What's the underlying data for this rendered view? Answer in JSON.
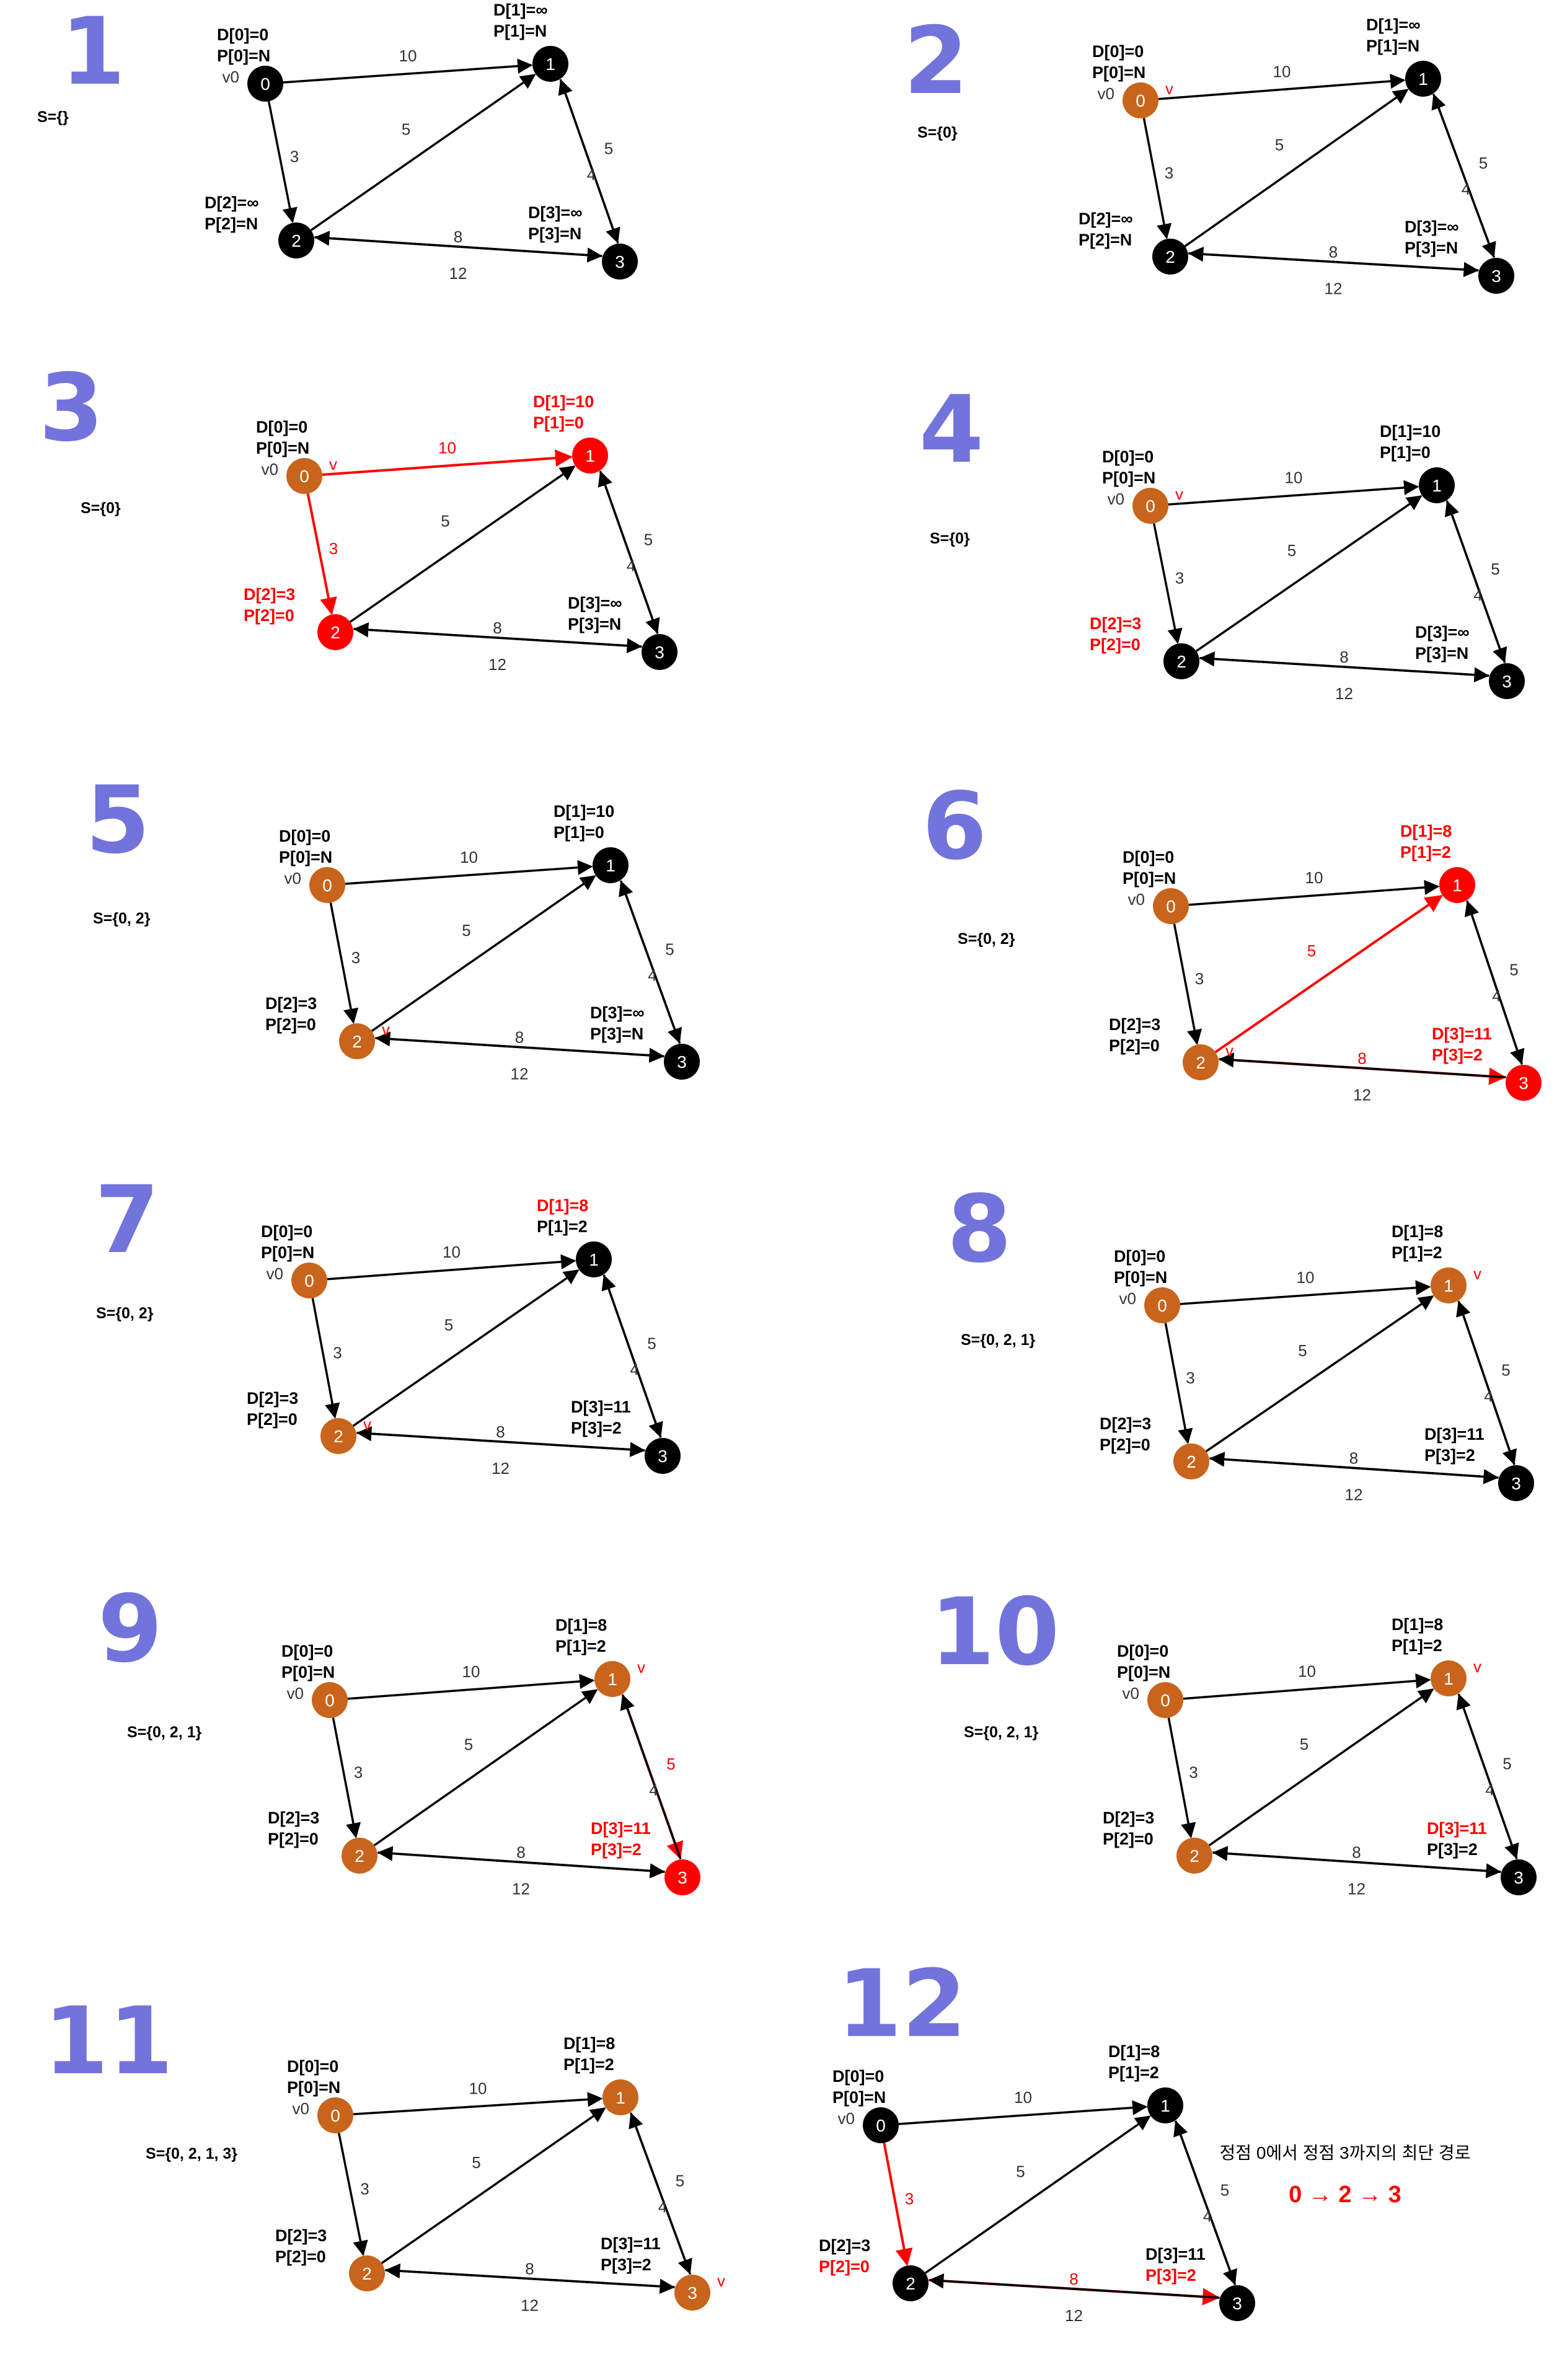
{
  "colors": {
    "black": "#000000",
    "red": "#ff0000",
    "visited": "#c8641b",
    "handwritten": "#5a5ad6",
    "default_edge": "#000000",
    "highlight_edge": "#ff0000"
  },
  "graph": {
    "source_label": "v0",
    "visit_mark": "v",
    "edges": [
      {
        "from": "0",
        "to": "1",
        "weight": "10"
      },
      {
        "from": "0",
        "to": "2",
        "weight": "3"
      },
      {
        "from": "2",
        "to": "1",
        "weight": "5"
      },
      {
        "from": "1",
        "to": "3",
        "weight": "5"
      },
      {
        "from": "3",
        "to": "1",
        "weight": "4"
      },
      {
        "from": "2",
        "to": "3",
        "weight": "8"
      },
      {
        "from": "3",
        "to": "2",
        "weight": "12"
      }
    ]
  },
  "steps": [
    {
      "number": "1",
      "set": "S={}",
      "labels": {
        "0": [
          "D[0]=0",
          "P[0]=N"
        ],
        "1": [
          "D[1]=∞",
          "P[1]=N"
        ],
        "2": [
          "D[2]=∞",
          "P[2]=N"
        ],
        "3": [
          "D[3]=∞",
          "P[3]=N"
        ]
      },
      "red_labels": [],
      "node_colors": {
        "0": "black",
        "1": "black",
        "2": "black",
        "3": "black"
      },
      "red_edges": [],
      "v_at": null
    },
    {
      "number": "2",
      "set": "S={0}",
      "labels": {
        "0": [
          "D[0]=0",
          "P[0]=N"
        ],
        "1": [
          "D[1]=∞",
          "P[1]=N"
        ],
        "2": [
          "D[2]=∞",
          "P[2]=N"
        ],
        "3": [
          "D[3]=∞",
          "P[3]=N"
        ]
      },
      "red_labels": [],
      "node_colors": {
        "0": "visited",
        "1": "black",
        "2": "black",
        "3": "black"
      },
      "red_edges": [],
      "v_at": "0"
    },
    {
      "number": "3",
      "set": "S={0}",
      "labels": {
        "0": [
          "D[0]=0",
          "P[0]=N"
        ],
        "1": [
          "D[1]=10",
          "P[1]=0"
        ],
        "2": [
          "D[2]=3",
          "P[2]=0"
        ],
        "3": [
          "D[3]=∞",
          "P[3]=N"
        ]
      },
      "red_labels": [
        "1",
        "2"
      ],
      "node_colors": {
        "0": "visited",
        "1": "red",
        "2": "red",
        "3": "black"
      },
      "red_edges": [
        "0-1",
        "0-2"
      ],
      "v_at": "0"
    },
    {
      "number": "4",
      "set": "S={0}",
      "labels": {
        "0": [
          "D[0]=0",
          "P[0]=N"
        ],
        "1": [
          "D[1]=10",
          "P[1]=0"
        ],
        "2": [
          "D[2]=3",
          "P[2]=0"
        ],
        "3": [
          "D[3]=∞",
          "P[3]=N"
        ]
      },
      "red_labels": [
        "2a"
      ],
      "node_colors": {
        "0": "visited",
        "1": "black",
        "2": "black",
        "3": "black"
      },
      "red_edges": [],
      "v_at": "0"
    },
    {
      "number": "5",
      "set": "S={0, 2}",
      "labels": {
        "0": [
          "D[0]=0",
          "P[0]=N"
        ],
        "1": [
          "D[1]=10",
          "P[1]=0"
        ],
        "2": [
          "D[2]=3",
          "P[2]=0"
        ],
        "3": [
          "D[3]=∞",
          "P[3]=N"
        ]
      },
      "red_labels": [],
      "node_colors": {
        "0": "visited",
        "1": "black",
        "2": "visited",
        "3": "black"
      },
      "red_edges": [],
      "v_at": "2"
    },
    {
      "number": "6",
      "set": "S={0, 2}",
      "labels": {
        "0": [
          "D[0]=0",
          "P[0]=N"
        ],
        "1": [
          "D[1]=8",
          "P[1]=2"
        ],
        "2": [
          "D[2]=3",
          "P[2]=0"
        ],
        "3": [
          "D[3]=11",
          "P[3]=2"
        ]
      },
      "red_labels": [
        "1",
        "3"
      ],
      "node_colors": {
        "0": "visited",
        "1": "red",
        "2": "visited",
        "3": "red"
      },
      "red_edges": [
        "2-1",
        "2-3"
      ],
      "v_at": "2"
    },
    {
      "number": "7",
      "set": "S={0, 2}",
      "labels": {
        "0": [
          "D[0]=0",
          "P[0]=N"
        ],
        "1": [
          "D[1]=8",
          "P[1]=2"
        ],
        "2": [
          "D[2]=3",
          "P[2]=0"
        ],
        "3": [
          "D[3]=11",
          "P[3]=2"
        ]
      },
      "red_labels": [
        "1a"
      ],
      "node_colors": {
        "0": "visited",
        "1": "black",
        "2": "visited",
        "3": "black"
      },
      "red_edges": [],
      "v_at": "2"
    },
    {
      "number": "8",
      "set": "S={0, 2, 1}",
      "labels": {
        "0": [
          "D[0]=0",
          "P[0]=N"
        ],
        "1": [
          "D[1]=8",
          "P[1]=2"
        ],
        "2": [
          "D[2]=3",
          "P[2]=0"
        ],
        "3": [
          "D[3]=11",
          "P[3]=2"
        ]
      },
      "red_labels": [],
      "node_colors": {
        "0": "visited",
        "1": "visited",
        "2": "visited",
        "3": "black"
      },
      "red_edges": [],
      "v_at": "1"
    },
    {
      "number": "9",
      "set": "S={0, 2, 1}",
      "labels": {
        "0": [
          "D[0]=0",
          "P[0]=N"
        ],
        "1": [
          "D[1]=8",
          "P[1]=2"
        ],
        "2": [
          "D[2]=3",
          "P[2]=0"
        ],
        "3": [
          "D[3]=11",
          "P[3]=2"
        ]
      },
      "red_labels": [
        "3"
      ],
      "node_colors": {
        "0": "visited",
        "1": "visited",
        "2": "visited",
        "3": "red"
      },
      "red_edges": [
        "1-3"
      ],
      "v_at": "1"
    },
    {
      "number": "10",
      "set": "S={0, 2, 1}",
      "labels": {
        "0": [
          "D[0]=0",
          "P[0]=N"
        ],
        "1": [
          "D[1]=8",
          "P[1]=2"
        ],
        "2": [
          "D[2]=3",
          "P[2]=0"
        ],
        "3": [
          "D[3]=11",
          "P[3]=2"
        ]
      },
      "red_labels": [
        "3a"
      ],
      "node_colors": {
        "0": "visited",
        "1": "visited",
        "2": "visited",
        "3": "black"
      },
      "red_edges": [],
      "v_at": "1"
    },
    {
      "number": "11",
      "set": "S={0, 2, 1, 3}",
      "labels": {
        "0": [
          "D[0]=0",
          "P[0]=N"
        ],
        "1": [
          "D[1]=8",
          "P[1]=2"
        ],
        "2": [
          "D[2]=3",
          "P[2]=0"
        ],
        "3": [
          "D[3]=11",
          "P[3]=2"
        ]
      },
      "red_labels": [],
      "node_colors": {
        "0": "visited",
        "1": "visited",
        "2": "visited",
        "3": "visited"
      },
      "red_edges": [],
      "v_at": "3"
    },
    {
      "number": "12",
      "set": "",
      "labels": {
        "0": [
          "D[0]=0",
          "P[0]=N"
        ],
        "1": [
          "D[1]=8",
          "P[1]=2"
        ],
        "2": [
          "D[2]=3",
          "P[2]=0"
        ],
        "3": [
          "D[3]=11",
          "P[3]=2"
        ]
      },
      "red_labels": [
        "2b",
        "3b"
      ],
      "node_colors": {
        "0": "black",
        "1": "black",
        "2": "black",
        "3": "black"
      },
      "red_edges": [
        "0-2",
        "2-3"
      ],
      "v_at": null
    }
  ],
  "conclusion": {
    "caption": "정점 0에서 정점 3까지의 최단 경로",
    "path": "0 → 2 → 3"
  }
}
